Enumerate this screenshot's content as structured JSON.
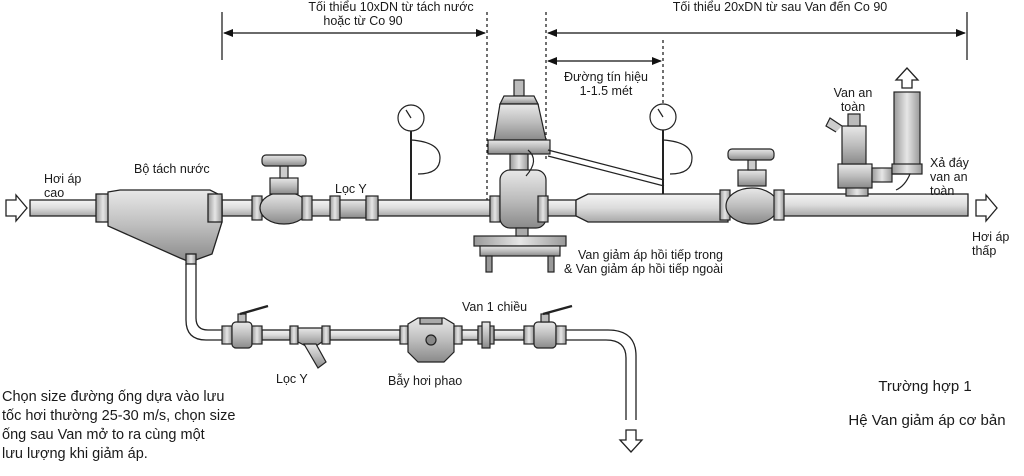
{
  "dimensions": {
    "top_left": [
      "Tối thiểu 10xDN từ tách nước",
      "hoặc từ Co 90"
    ],
    "top_right": "Tối thiểu 20xDN từ sau Van đến Co 90",
    "signal": [
      "Đường tín hiệu",
      "1-1.5 mét"
    ]
  },
  "labels": {
    "inlet": [
      "Hơi áp",
      "cao"
    ],
    "separator": "Bộ tách nước",
    "strainer_main": "Lọc Y",
    "prv": [
      "Van giảm áp hồi tiếp trong",
      "& Van giảm áp hồi tiếp ngoài"
    ],
    "safety_valve": [
      "Van an",
      "toàn"
    ],
    "safety_drain": [
      "Xả đáy",
      "van an",
      "toàn"
    ],
    "outlet": [
      "Hơi áp",
      "thấp"
    ],
    "check_valve": "Van 1 chiều",
    "strainer_drain": "Lọc Y",
    "float_trap": "Bẫy hơi phao"
  },
  "note": [
    "Chọn size đường ống dựa vào lưu",
    "tốc hơi thường 25-30 m/s, chọn size",
    "ống sau Van mở to ra cùng một",
    "lưu lượng khi giảm áp."
  ],
  "case": {
    "title": "Trường hợp 1",
    "subtitle": "Hệ Van giảm áp cơ bản"
  },
  "icons": [
    "inlet-arrow-icon",
    "outlet-arrow-icon",
    "vent-up-arrow-icon",
    "drain-down-arrow-icon",
    "pressure-gauge-icon"
  ]
}
